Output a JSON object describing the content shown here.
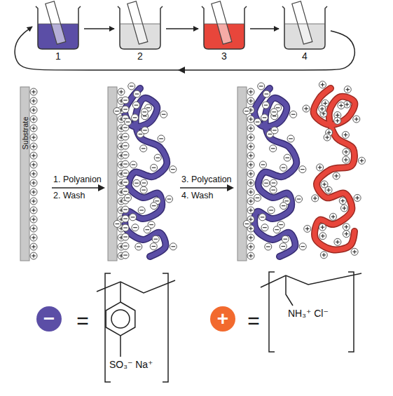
{
  "diagram": {
    "nodes": [
      {
        "text": [
          "1"
        ]
      },
      {
        "text": [
          "2"
        ]
      },
      {
        "text": [
          "3"
        ]
      },
      {
        "text": [
          "4"
        ]
      }
    ],
    "edges": [
      {
        "from": 0,
        "to": 1,
        "arrow": "to"
      },
      {
        "from": 1,
        "to": 2,
        "arrow": "to"
      },
      {
        "from": 2,
        "to": 3,
        "arrow": "to"
      },
      {
        "from": 3,
        "to": 0,
        "arrow": "to"
      }
    ],
    "labels": [
      "Substrate",
      "1. Polyanion",
      "2. Wash",
      "3. Polycation",
      "4. Wash",
      "=",
      "=",
      "SO₃⁻ Na⁺",
      "NH₃⁺ Cl⁻"
    ],
    "legend": [
      {
        "text": "−",
        "color": "#5b4ea6"
      },
      {
        "text": "+",
        "color": "#f26a2e"
      }
    ]
  }
}
